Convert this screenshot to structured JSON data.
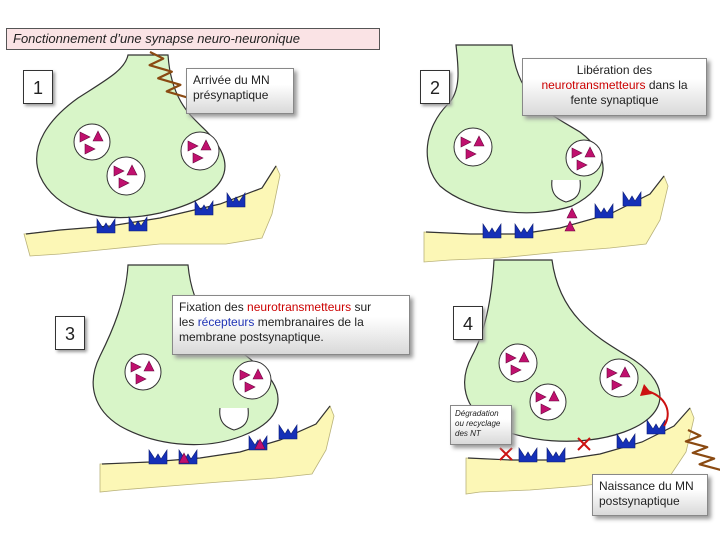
{
  "title": "Fonctionnement d’une synapse neuro-neuronique",
  "panels": [
    {
      "number": "1",
      "caption": {
        "line1": "Arrivée du MN",
        "line2": "présynaptique"
      }
    },
    {
      "number": "2",
      "caption": {
        "line1": "Libération des",
        "line2_red": "neurotransmetteurs",
        "line2_rest": " dans la",
        "line3": "fente synaptique"
      }
    },
    {
      "number": "3",
      "caption": {
        "l1_a": "Fixation des ",
        "l1_red": "neurotransmetteurs",
        "l1_b": " sur",
        "l2_a": "les ",
        "l2_blue": "récepteurs",
        "l2_b": " membranaires de la",
        "l3": "membrane postsynaptique."
      }
    },
    {
      "number": "4",
      "degradation": {
        "line1": "Dégradation",
        "line2": "ou recyclage",
        "line3": "des NT"
      },
      "birth": {
        "line1": "Naissance du MN",
        "line2": "postsynaptique"
      }
    }
  ],
  "colors": {
    "presynaptic_fill": "#d8f5c8",
    "postsynaptic_fill": "#fcf7b6",
    "receptor": "#1530b8",
    "neurotransmitter": "#c0106e",
    "vesicle_fill": "#ffffff",
    "nerve_impulse": "#8a4a12",
    "degradation_arrow": "#cc1111",
    "title_bg": "#fae3e5"
  }
}
